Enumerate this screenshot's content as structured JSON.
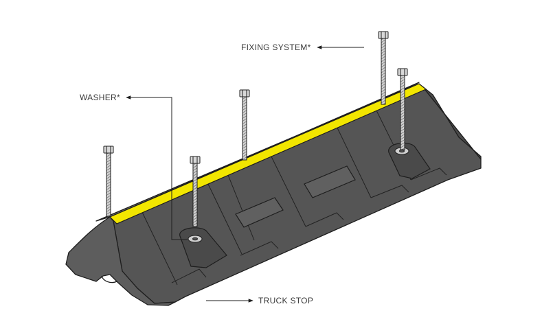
{
  "labels": {
    "fixing_system": "FIXING SYSTEM*",
    "washer": "WASHER*",
    "truck_stop": "TRUCK STOP"
  },
  "colors": {
    "body_top": "#6b6b6b",
    "body_front": "#4f4f4f",
    "body_end": "#5c5c5c",
    "outline": "#1e1e1e",
    "stripe": "#f2e600",
    "bolt": "#d8d8d8",
    "washer": "#c9c9c9"
  }
}
